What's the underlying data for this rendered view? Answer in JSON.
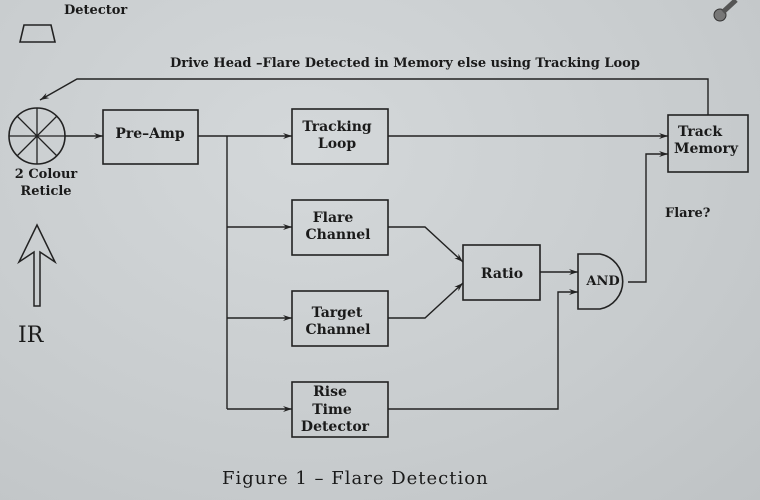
{
  "diagram": {
    "caption": "Figure 1 – Flare Detection",
    "feedback_label": "Drive Head –Flare Detected in Memory else using Tracking Loop",
    "detector_label": "Detector",
    "reticle_label": [
      "2 Colour",
      "Reticle"
    ],
    "ir_label": "IR",
    "flare_question": "Flare?",
    "blocks": {
      "preamp": [
        "Pre–Amp"
      ],
      "tracking_loop": [
        "Tracking",
        "Loop"
      ],
      "flare_channel": [
        "Flare",
        "Channel"
      ],
      "target_channel": [
        "Target",
        "Channel"
      ],
      "rise_time": [
        "Rise",
        "Time",
        "Detector"
      ],
      "ratio": [
        "Ratio"
      ],
      "and_gate": [
        "AND"
      ],
      "track_memory": [
        "Track",
        "Memory"
      ]
    },
    "connections": [
      {
        "from": "reticle",
        "to": "preamp"
      },
      {
        "from": "preamp",
        "to": "tracking_loop"
      },
      {
        "from": "preamp",
        "to": "flare_channel"
      },
      {
        "from": "preamp",
        "to": "target_channel"
      },
      {
        "from": "preamp",
        "to": "rise_time"
      },
      {
        "from": "tracking_loop",
        "to": "track_memory"
      },
      {
        "from": "flare_channel",
        "to": "ratio"
      },
      {
        "from": "target_channel",
        "to": "ratio"
      },
      {
        "from": "ratio",
        "to": "and_gate"
      },
      {
        "from": "rise_time",
        "to": "and_gate"
      },
      {
        "from": "and_gate",
        "to": "track_memory"
      },
      {
        "from": "track_memory",
        "to": "reticle"
      }
    ]
  }
}
